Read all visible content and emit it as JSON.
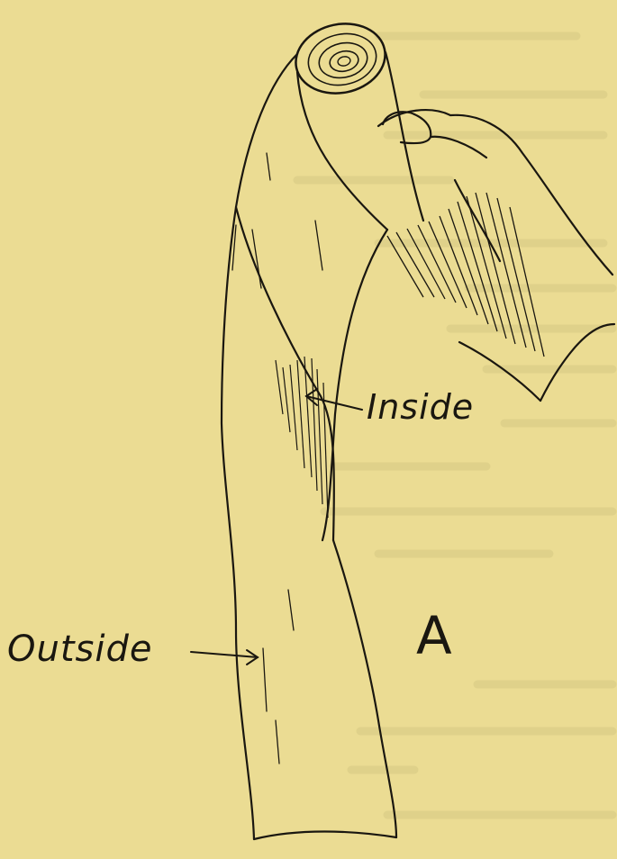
{
  "labels": {
    "inside": "Inside",
    "outside": "Outside",
    "figure_letter": "A"
  },
  "colors": {
    "paper": "#ebdc93",
    "ink": "#1a1710",
    "faded_text": "#c9bb78"
  }
}
